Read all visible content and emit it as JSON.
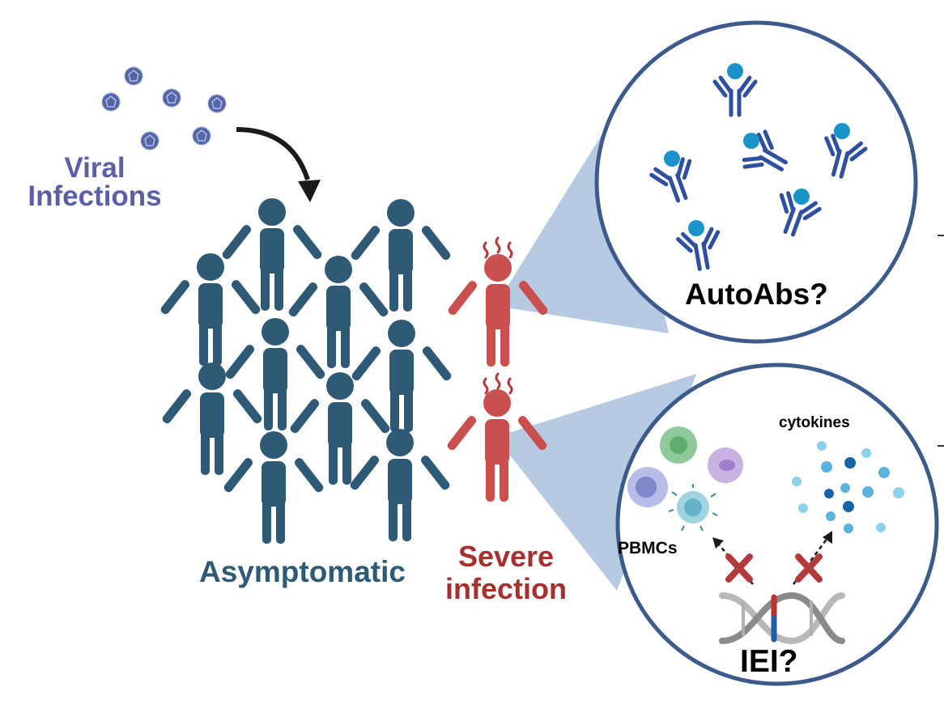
{
  "labels": {
    "viral": "Viral\nInfections",
    "asymptomatic": "Asymptomatic",
    "severe": "Severe\ninfection",
    "autoabs": "AutoAbs?",
    "cytokines": "cytokines",
    "pbmcs": "PBMCs",
    "iei": "IEI?"
  },
  "colors": {
    "virus": "#5566a8",
    "viral_text": "#5a5fa6",
    "asymptomatic": "#2f5a75",
    "severe": "#c9504e",
    "severe_text": "#a5302e",
    "circle_border": "#3d5a8c",
    "callout_fill": "#9dbad8",
    "antibody": "#2f4fa0",
    "antigen": "#1a93c9",
    "cross": "#b33a3a"
  },
  "icons": [
    "virus-particle-icon",
    "curved-arrow-icon",
    "person-icon",
    "antibody-icon",
    "cell-icon",
    "cytokine-dot-icon",
    "dna-icon",
    "cross-mark-icon",
    "dashed-arrow-icon"
  ]
}
